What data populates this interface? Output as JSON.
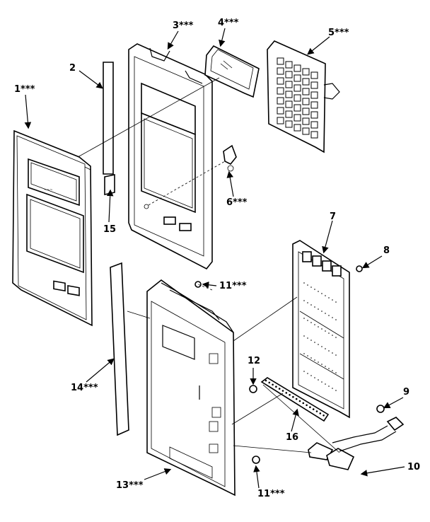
{
  "labels": {
    "l1": "1***",
    "l2": "2",
    "l3": "3***",
    "l4": "4***",
    "l5": "5***",
    "l6": "6***",
    "l7": "7",
    "l8": "8",
    "l9": "9",
    "l10": "10",
    "l11a": "11***",
    "l11b": "11***",
    "l12": "12",
    "l13": "13***",
    "l14": "14***",
    "l15": "15",
    "l16": "16"
  }
}
